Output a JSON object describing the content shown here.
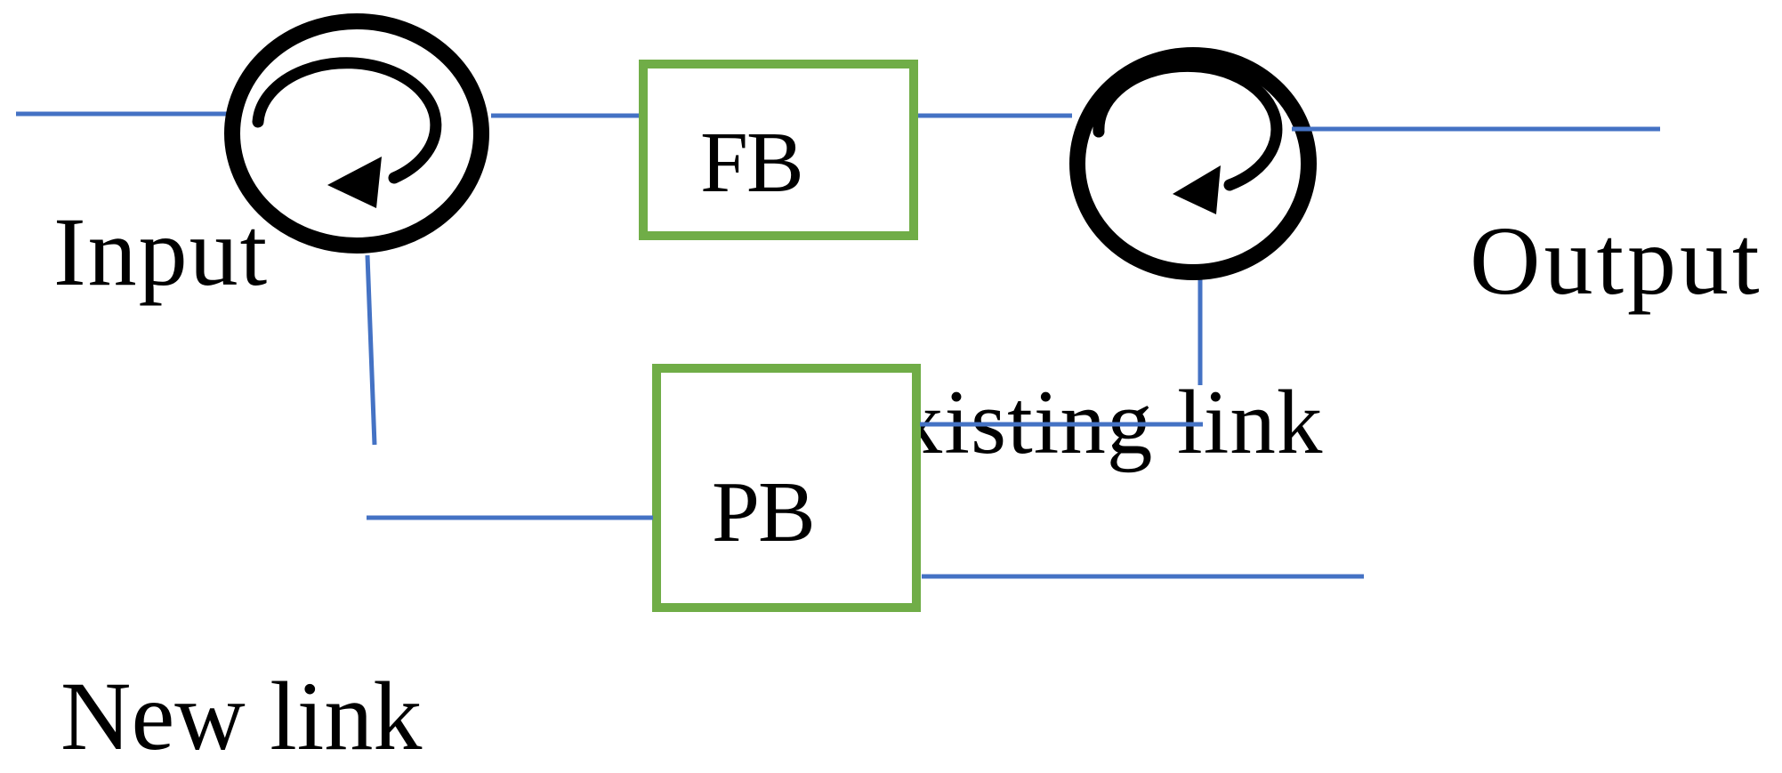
{
  "labels": {
    "input": "Input",
    "output": "Output",
    "new_link": "New link",
    "existing_link": "Existing link",
    "fb_box": "FB",
    "pb_box": "PB"
  },
  "icons": {
    "left_circulator": "optical-circulator-clockwise-arrow",
    "right_circulator": "optical-circulator-clockwise-arrow"
  },
  "colors": {
    "link_line_blue": "#4472C4",
    "component_box_green": "#70AD47",
    "circulator_black": "#000000",
    "background": "#FFFFFF"
  }
}
